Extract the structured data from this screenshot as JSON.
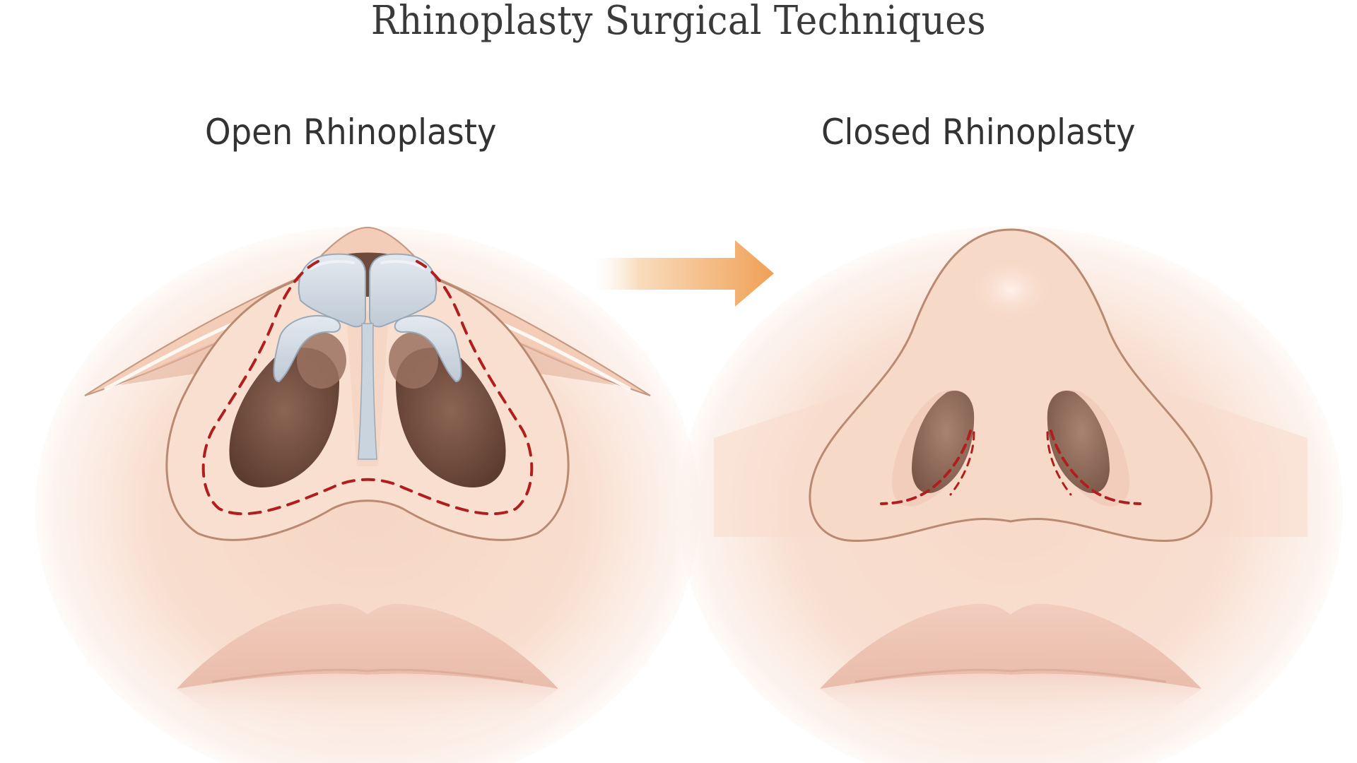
{
  "title": "Rhinoplasty Surgical Techniques",
  "panels": [
    {
      "id": "open",
      "label": "Open Rhinoplasty",
      "features": [
        "exposed-cartilage",
        "columellar-incision",
        "marginal-incisions"
      ]
    },
    {
      "id": "closed",
      "label": "Closed Rhinoplasty",
      "features": [
        "intranasal-incisions"
      ]
    }
  ],
  "arrow": {
    "direction": "right",
    "color_start": "#fdf1e4",
    "color_end": "#f0a055"
  },
  "colors": {
    "background": "#ffffff",
    "title_text": "#3a3a3a",
    "label_text": "#333333",
    "skin": "#f7d9c8",
    "skin_light": "#fbe7dc",
    "skin_shadow": "#eec3ab",
    "outline": "#b98a72",
    "nostril_dark": "#6e4a3c",
    "nostril_mid": "#8c6553",
    "cartilage": "#c9d4df",
    "cartilage_edge": "#9aa9b8",
    "cartilage_highlight": "#e6ecf2",
    "incision": "#b01e1e",
    "lip": "#efc4b4",
    "lip_shadow": "#d9a594"
  }
}
